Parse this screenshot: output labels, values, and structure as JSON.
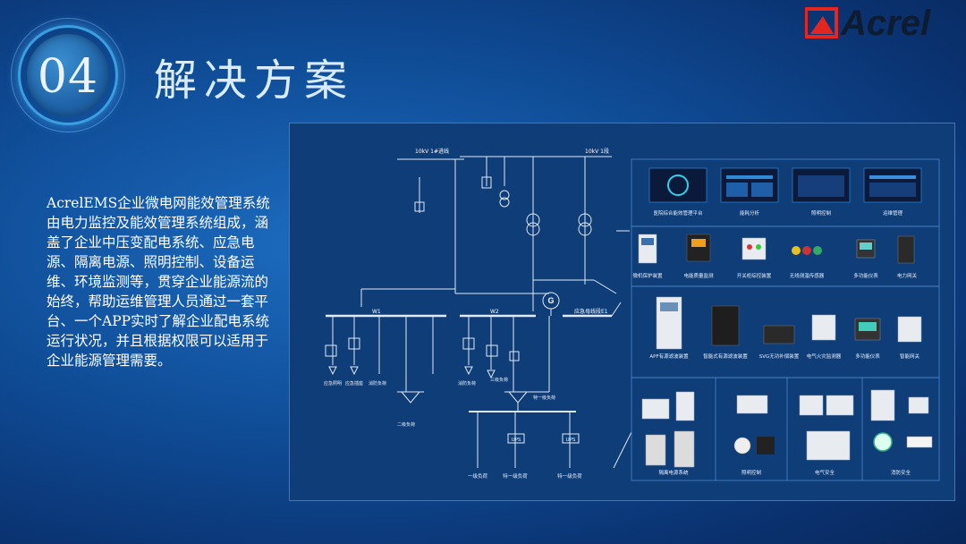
{
  "section": {
    "number": "04",
    "title": "解决方案"
  },
  "brand": {
    "name": "Acrel",
    "accent_color": "#e52620"
  },
  "description": "AcrelEMS企业微电网能效管理系统由电力监控及能效管理系统组成，涵盖了企业中压变配电系统、应急电源、隔离电源、照明控制、设备运维、环境监测等，贯穿企业能源流的始终，帮助运维管理人员通过一套平台、一个APP实时了解企业配电系统运行状况，并且根据权限可以适用于企业能源管理需要。",
  "diagram": {
    "buses": {
      "incoming_1": "10kV 1#进线",
      "incoming_2": "10kV 1段",
      "w1": "W1",
      "w2": "W2",
      "emergency_bus": "应急母线段E1",
      "generator": "G",
      "ups_1": "UPS",
      "ups_2": "UPS"
    },
    "bottom_labels": {
      "l1": "应急照明",
      "l2": "应急插座",
      "l3": "消防负荷",
      "l4": "消防负荷",
      "l5": "三级负荷",
      "l6": "特一级负荷",
      "l7": "二级负荷",
      "load_1": "一级负荷",
      "load_2": "特一级负荷",
      "load_3": "特一级负荷"
    },
    "software": [
      {
        "label": "医院综合能效管理平台"
      },
      {
        "label": "能耗分析"
      },
      {
        "label": "照明控制"
      },
      {
        "label": "运维管理"
      }
    ],
    "devices_row1": [
      {
        "label": "微机保护装置"
      },
      {
        "label": "电能质量监测"
      },
      {
        "label": "开关柜综控装置"
      },
      {
        "label": "无线测温传感器"
      },
      {
        "label": "多功能仪表"
      },
      {
        "label": "电力网关"
      }
    ],
    "devices_row2": [
      {
        "label": "APF有源滤波装置"
      },
      {
        "label": "智能式有源滤波装置"
      },
      {
        "label": "SVG无功补偿装置"
      },
      {
        "label": "电气火灾监测器"
      },
      {
        "label": "多功能仪表"
      },
      {
        "label": "智能网关"
      }
    ],
    "groups": [
      {
        "label": "隔离电源系统"
      },
      {
        "label": "照明控制"
      },
      {
        "label": "电气安全"
      },
      {
        "label": "消防安全"
      }
    ]
  }
}
